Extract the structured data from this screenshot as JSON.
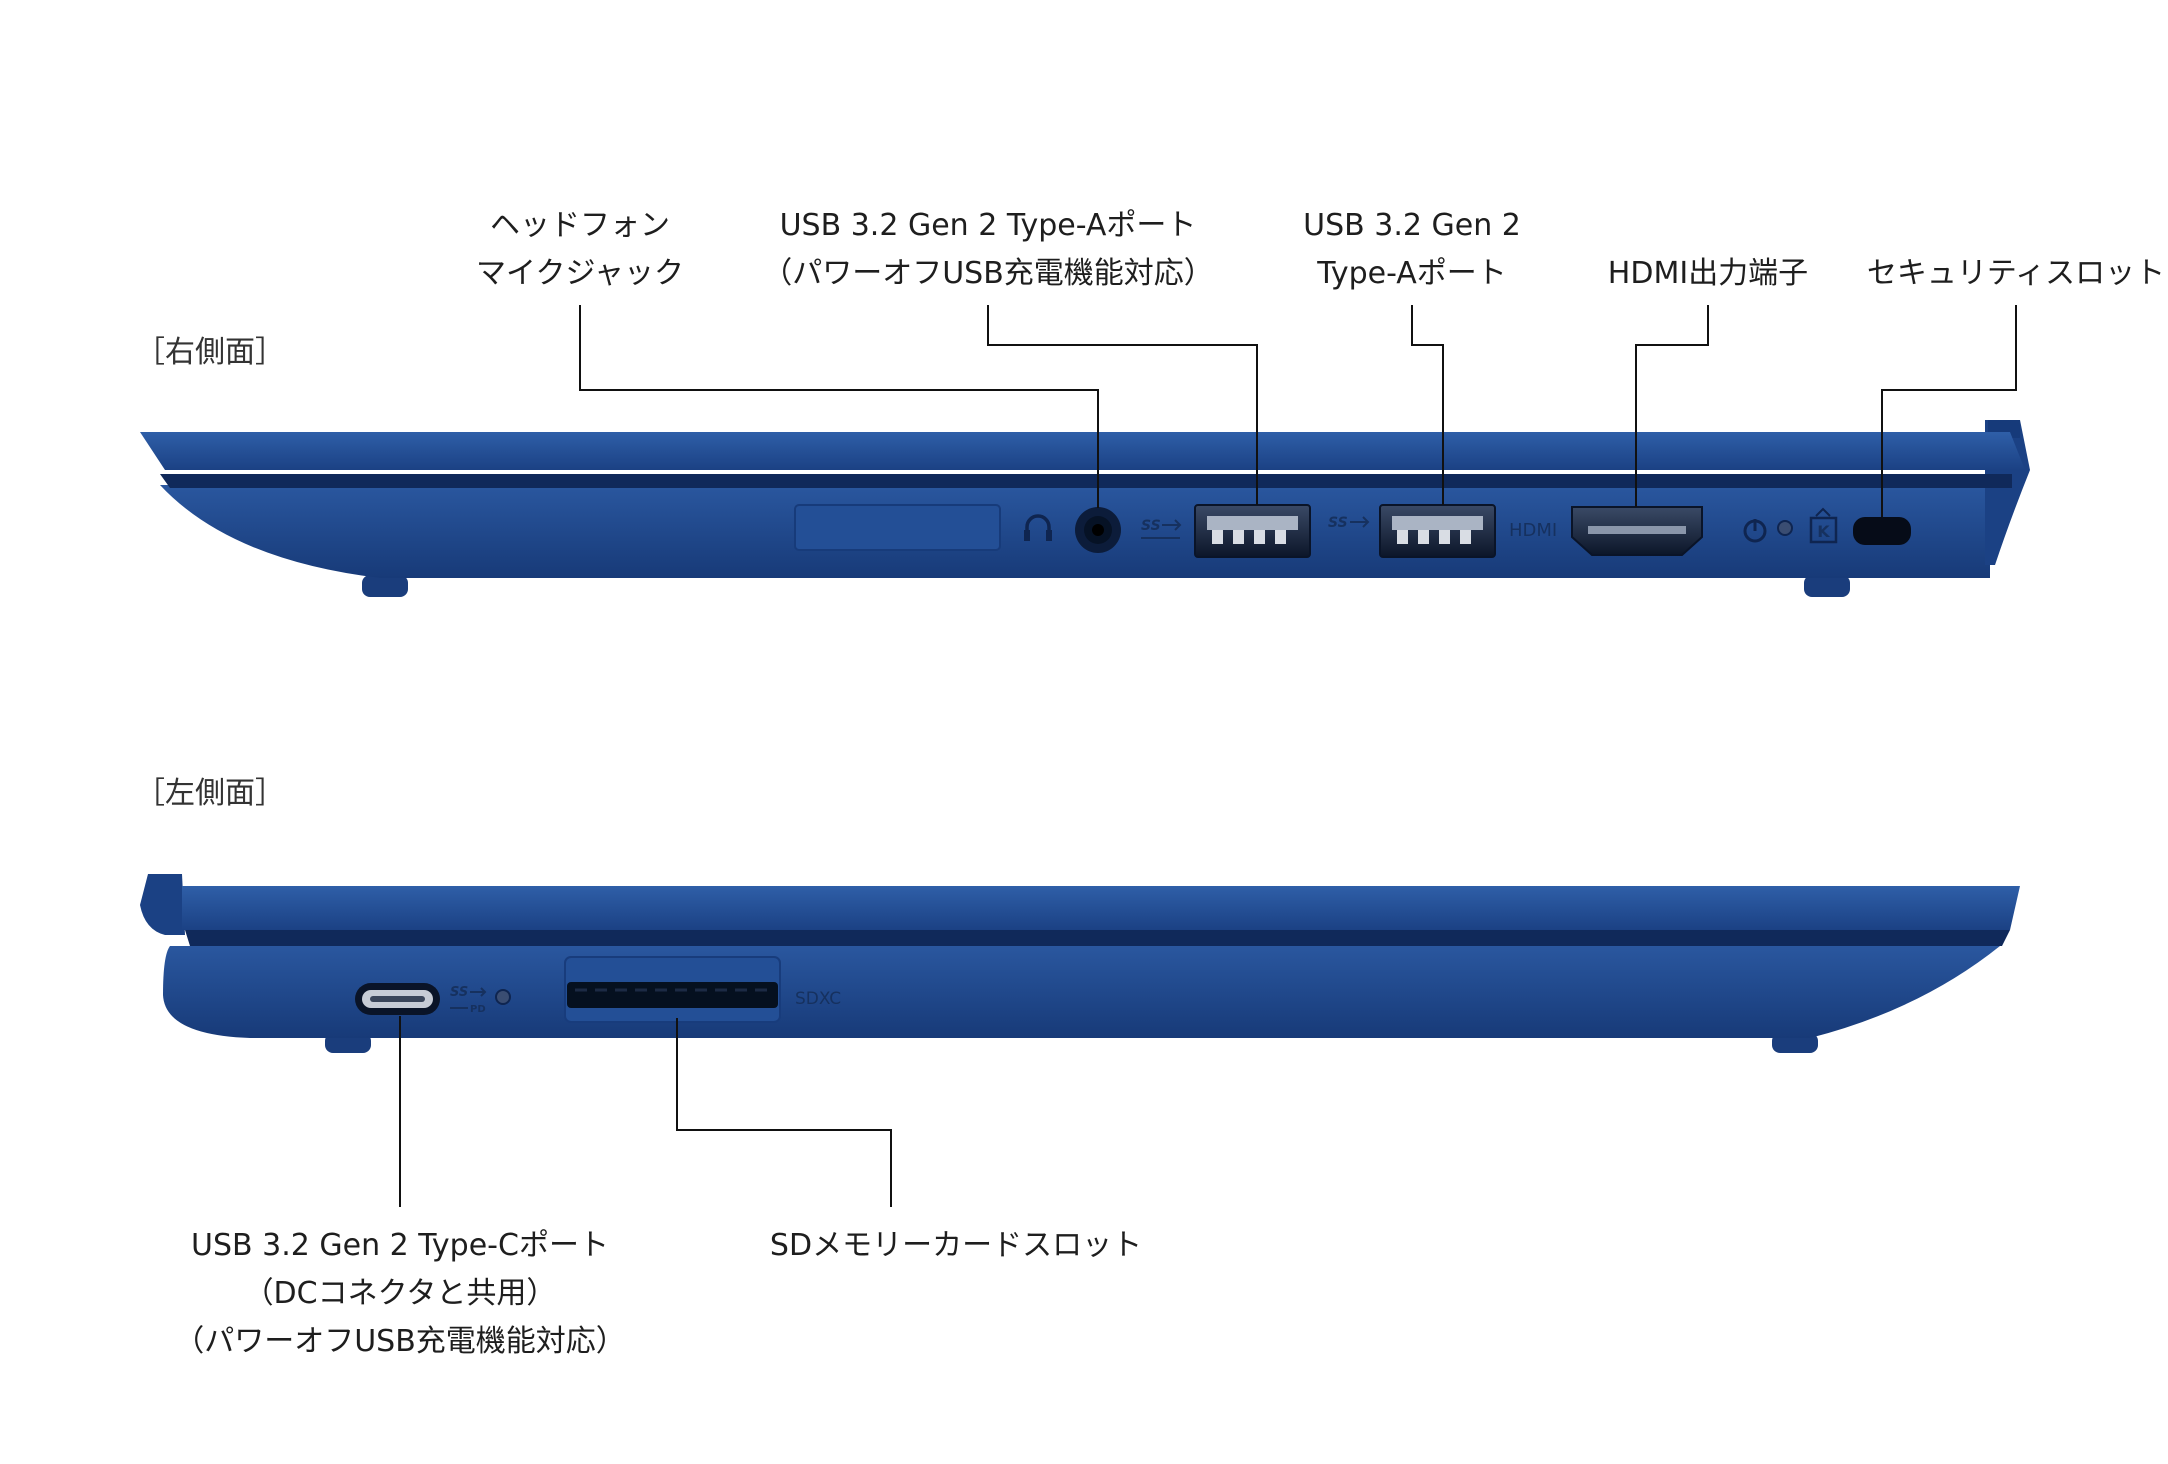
{
  "sections": {
    "right": "［右側面］",
    "left": "［左側面］"
  },
  "labels": {
    "headphone_line1": "ヘッドフォン",
    "headphone_line2": "マイクジャック",
    "usba_power_line1": "USB 3.2 Gen 2 Type-Aポート",
    "usba_power_line2": "（パワーオフUSB充電機能対応）",
    "usba_line1": "USB 3.2 Gen 2",
    "usba_line2": "Type-Aポート",
    "hdmi": "HDMI出力端子",
    "security": "セキュリティスロット",
    "usbc_line1": "USB 3.2 Gen 2 Type-Cポート",
    "usbc_line2": "（DCコネクタと共用）",
    "usbc_line3": "（パワーオフUSB充電機能対応）",
    "sd": "SDメモリーカードスロット"
  },
  "port_marks": {
    "hdmi": "HDMI",
    "sdxc": "SDXC",
    "ss_1": "SS",
    "ss_2": "SS",
    "ss_3": "SS",
    "pd": "PD",
    "kensington": "K"
  },
  "colors": {
    "body": "#1f4a8f",
    "body_dark": "#14336a",
    "body_light": "#2d5da8",
    "port": "#0d1a33",
    "leader": "#111111"
  },
  "icons": {
    "headphone": "headphone-icon",
    "power": "power-icon",
    "led": "led-indicator-icon",
    "lock": "kensington-lock-icon"
  }
}
